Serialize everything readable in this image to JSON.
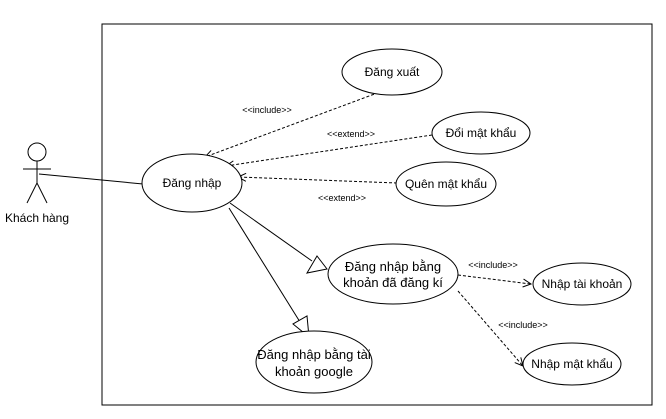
{
  "actor": {
    "label": "Khách hàng"
  },
  "use_cases": {
    "dang_nhap": "Đăng nhập",
    "dang_xuat": "Đăng xuất",
    "doi_mat_khau": "Đổi mật khẩu",
    "quen_mat_khau": "Quên mật khẩu",
    "dang_nhap_tk_line1": "Đăng nhập bằng",
    "dang_nhap_tk_line2": "khoản đã đăng kí",
    "dang_nhap_gg_line1": "Đăng nhập bằng tài",
    "dang_nhap_gg_line2": "khoản google",
    "nhap_tai_khoan": "Nhập tài khoản",
    "nhap_mat_khau": "Nhập mật khẩu"
  },
  "relations": {
    "include_logout": "<<include>>",
    "extend_change_pw": "<<extend>>",
    "extend_forgot_pw": "<<extend>>",
    "include_account": "<<include>>",
    "include_password": "<<include>>"
  }
}
